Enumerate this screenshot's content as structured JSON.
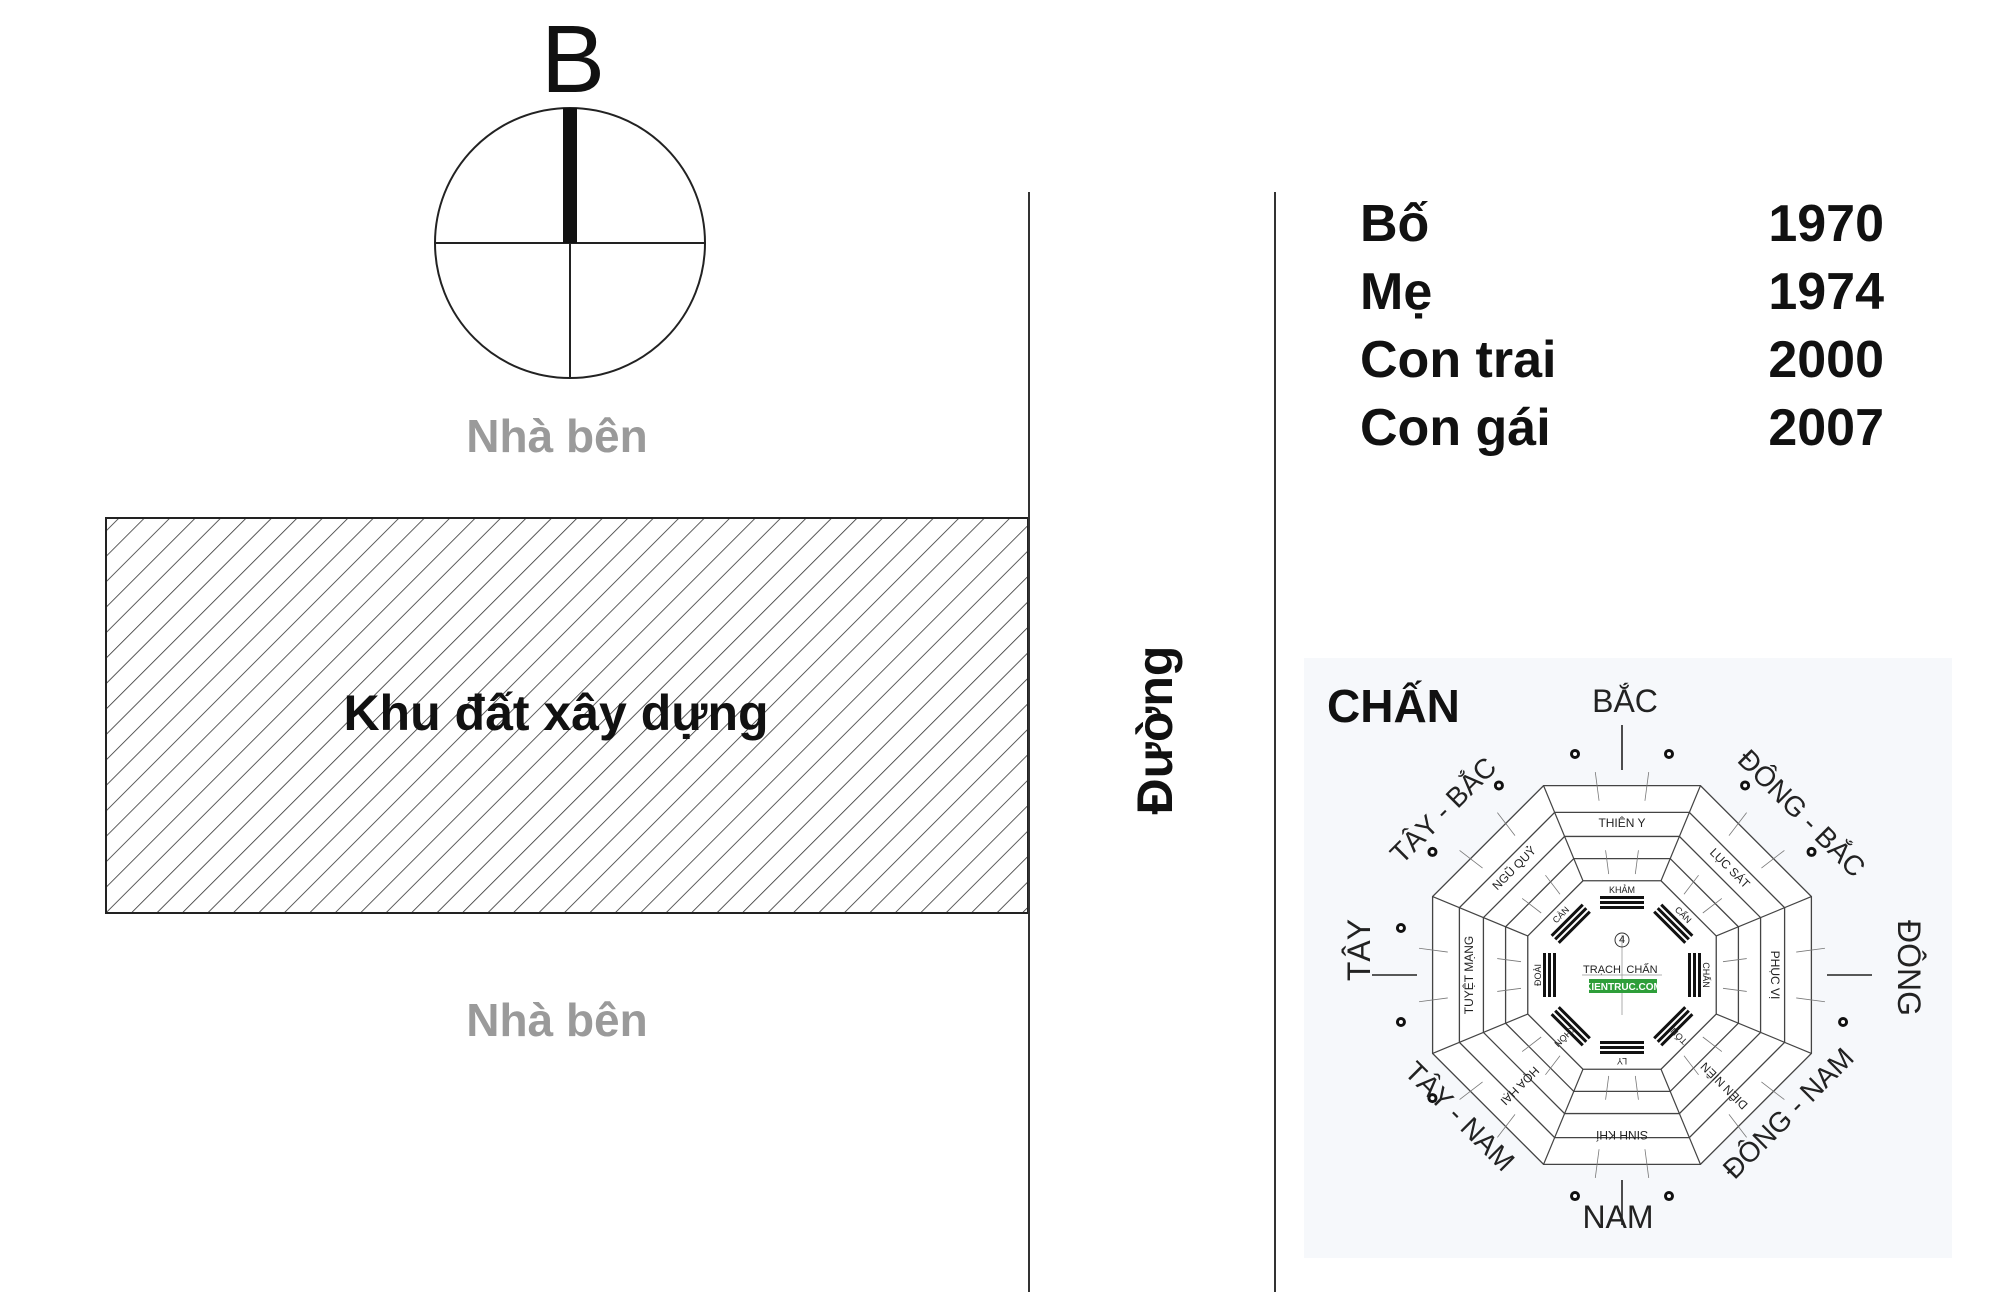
{
  "north_label": "B",
  "neighbor_top": "Nhà bên",
  "neighbor_bottom": "Nhà bên",
  "plot_label": "Khu đất xây dựng",
  "road_label": "Đường",
  "family": [
    {
      "role": "Bố",
      "year": "1970"
    },
    {
      "role": "Mẹ",
      "year": "1974"
    },
    {
      "role": "Con trai",
      "year": "2000"
    },
    {
      "role": "Con gái",
      "year": "2007"
    }
  ],
  "bagua": {
    "house_label": "CHẤN",
    "directions": {
      "n": "BẮC",
      "ne": "ĐÔNG - BẮC",
      "e": "ĐÔNG",
      "se": "ĐÔNG - NAM",
      "s": "NAM",
      "sw": "TÂY - NAM",
      "w": "TÂY",
      "nw": "TÂY - BẮC"
    },
    "stars": {
      "n": "THIÊN Y",
      "ne": "LỤC SÁT",
      "e": "PHỤC VỊ",
      "se": "DIÊN NIÊN",
      "s": "SINH KHÍ",
      "sw": "HỌA HẠI",
      "w": "TUYỆT MẠNG",
      "nw": "NGŨ QUỶ"
    },
    "trigrams": {
      "n": "KHẢM",
      "ne": "CẤN",
      "e": "CHẤN",
      "se": "TỐN",
      "s": "LY",
      "sw": "KHÔN",
      "w": "ĐOÀI",
      "nw": "CÀN"
    },
    "center": {
      "num": "4",
      "left": "TRẠCH",
      "right": "CHẤN",
      "brand": "KIENTRUC.COM"
    },
    "colors": {
      "brand": "#2e9e3a"
    }
  }
}
